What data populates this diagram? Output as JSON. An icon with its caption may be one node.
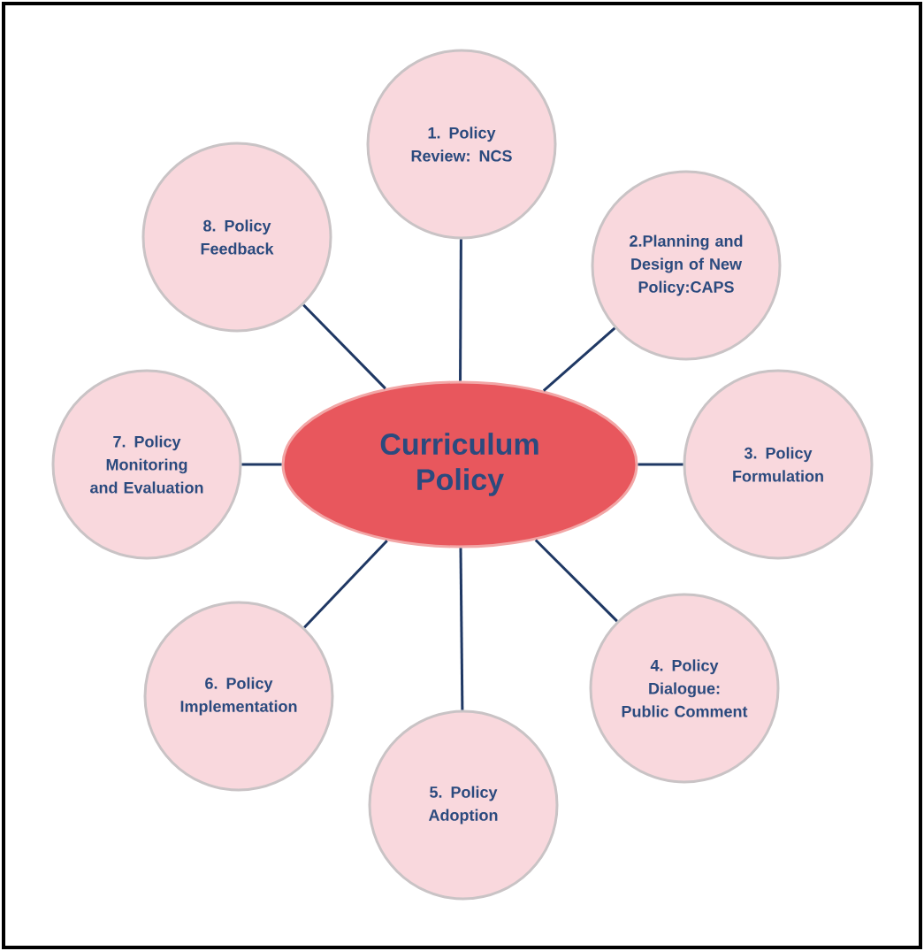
{
  "diagram": {
    "nodes": [
      {
        "text": [
          "Curriculum Policy"
        ]
      },
      {
        "text": [
          "1. Policy Review: NCS"
        ]
      },
      {
        "text": [
          "2.Planning and Design of New Policy:CAPS"
        ]
      },
      {
        "text": [
          "3. Policy Formulation"
        ]
      },
      {
        "text": [
          "4. Policy Dialogue: Public Comment"
        ]
      },
      {
        "text": [
          "5. Policy Adoption"
        ]
      },
      {
        "text": [
          "6. Policy Implementation"
        ]
      },
      {
        "text": [
          "7. Policy Monitoring and Evaluation"
        ]
      },
      {
        "text": [
          "8. Policy Feedback"
        ]
      }
    ],
    "edges": [
      {
        "from": 0,
        "to": 1,
        "arrow": "none"
      },
      {
        "from": 0,
        "to": 2,
        "arrow": "none"
      },
      {
        "from": 0,
        "to": 3,
        "arrow": "none"
      },
      {
        "from": 0,
        "to": 4,
        "arrow": "none"
      },
      {
        "from": 0,
        "to": 5,
        "arrow": "none"
      },
      {
        "from": 0,
        "to": 6,
        "arrow": "none"
      },
      {
        "from": 0,
        "to": 7,
        "arrow": "none"
      },
      {
        "from": 0,
        "to": 8,
        "arrow": "none"
      }
    ]
  }
}
